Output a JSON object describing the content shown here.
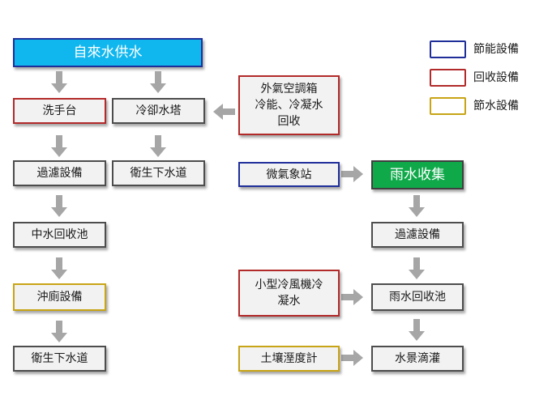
{
  "colors": {
    "energy_saving": "#1f2f9a",
    "recycling": "#b22a2a",
    "water_saving": "#c8a416",
    "water_supply_fill": "#10b7ef",
    "rain_collection_fill": "#0fa94a",
    "arrow": "#a6a6a6"
  },
  "legend": {
    "energy_saving": "節能設備",
    "recycling": "回收設備",
    "water_saving": "節水設備"
  },
  "nodes": {
    "tap_water_supply": "自來水供水",
    "washbasin": "洗手台",
    "cooling_tower": "冷卻水塔",
    "ac_condensate": "外氣空調箱\n冷能、冷凝水\n回收",
    "filter_left": "過濾設備",
    "sewer_upper": "衛生下水道",
    "greywater_pool": "中水回收池",
    "toilet_flush": "沖廁設備",
    "sewer_lower": "衛生下水道",
    "weather_station": "微氣象站",
    "rain_collection": "雨水收集",
    "filter_right": "過濾設備",
    "small_ac_condensate": "小型冷風機冷\n凝水",
    "rainwater_pool": "雨水回收池",
    "soil_moisture_meter": "土壤溼度計",
    "landscape_drip": "水景滴灌"
  }
}
